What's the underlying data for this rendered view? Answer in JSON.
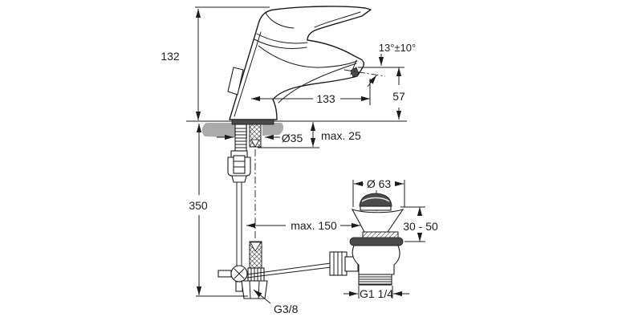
{
  "diagram": {
    "title": "basin-mixer-installation-drawing",
    "subject": "Single-lever basin mixer tap with pop-up waste, side view with installation dimensions",
    "units": "mm",
    "colors": {
      "line": "#1c1c1c",
      "countertop_gray": "#ababab",
      "dark_fill": "#4a4a4a",
      "background": "#ffffff"
    },
    "dimensions": {
      "overall_height": {
        "label": "132",
        "meaning": "height above deck"
      },
      "spout_reach": {
        "label": "133",
        "meaning": "spout projection from axis"
      },
      "spout_height": {
        "label": "57",
        "meaning": "outlet height above deck"
      },
      "spout_angle": {
        "label": "13°±10°",
        "meaning": "outlet angle"
      },
      "hole_diameter": {
        "label": "Ø35",
        "meaning": "tap hole diameter"
      },
      "deck_thickness": {
        "label": "max. 25",
        "meaning": "max deck thickness"
      },
      "hose_length": {
        "label": "350",
        "meaning": "length below deck to supply nut"
      },
      "waste_offset": {
        "label": "max. 150",
        "meaning": "max horizontal distance to waste"
      },
      "plug_diameter": {
        "label": "Ø 63",
        "meaning": "waste plug diameter"
      },
      "basin_thickness": {
        "label": "30 - 50",
        "meaning": "basin thickness range"
      },
      "supply_thread": {
        "label": "G3/8",
        "meaning": "supply connection thread"
      },
      "waste_thread": {
        "label": "G1 1/4",
        "meaning": "waste connection thread"
      }
    }
  }
}
